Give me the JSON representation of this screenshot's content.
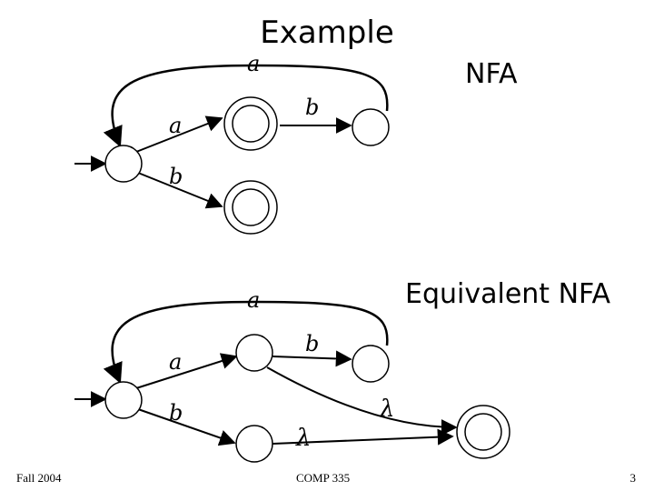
{
  "slide": {
    "title": "Example",
    "footer_left": "Fall 2004",
    "footer_center": "COMP 335",
    "page_number": "3"
  },
  "nfa": {
    "label": "NFA",
    "edge_labels": {
      "loop": "a",
      "to_upper": "a",
      "to_lower": "b",
      "upper_to_right": "b"
    }
  },
  "equivalent_nfa": {
    "label": "Equivalent NFA",
    "edge_labels": {
      "loop": "a",
      "to_upper": "a",
      "to_lower": "b",
      "upper_to_right": "b",
      "upper_to_final": "λ",
      "lower_to_final": "λ"
    }
  }
}
